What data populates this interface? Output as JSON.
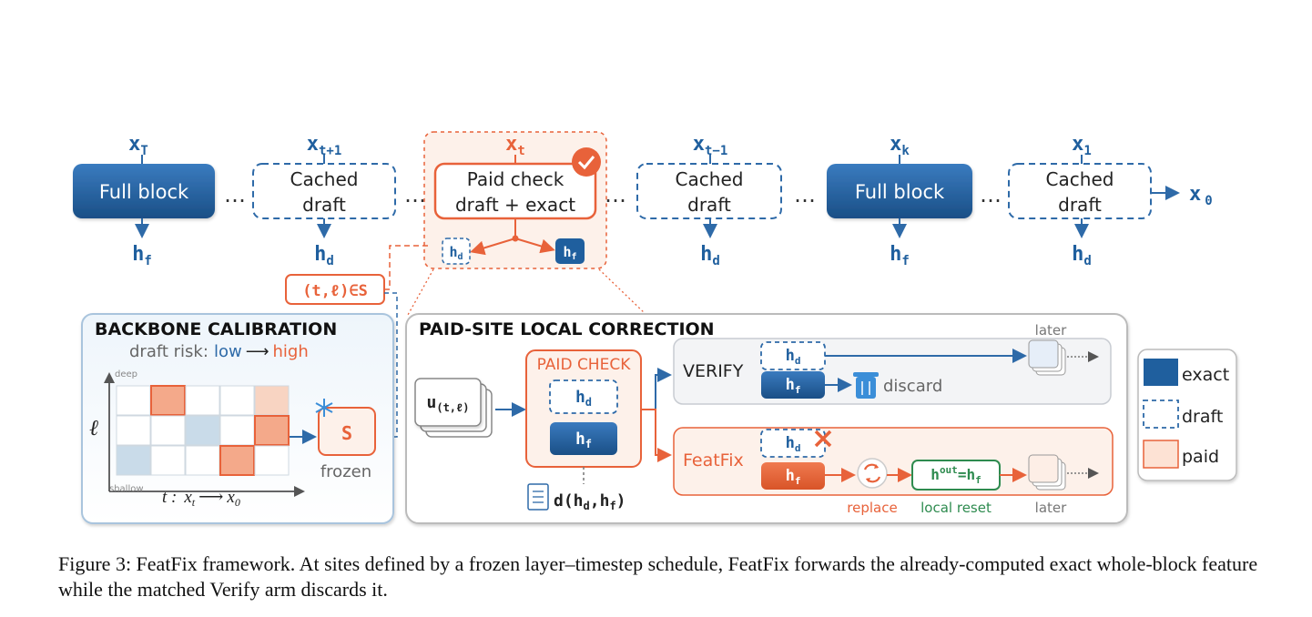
{
  "timeline": {
    "blocks": [
      {
        "label": "Full block",
        "input": "x",
        "input_sub": "T",
        "output": "h",
        "output_sub": "f",
        "kind": "exact"
      },
      {
        "label_line1": "Cached",
        "label_line2": "draft",
        "input": "x",
        "input_sub": "t+1",
        "output": "h",
        "output_sub": "d",
        "kind": "draft"
      },
      {
        "label_line1": "Paid check",
        "label_line2": "draft + exact",
        "input": "x",
        "input_sub": "t",
        "kind": "paid"
      },
      {
        "label_line1": "Cached",
        "label_line2": "draft",
        "input": "x",
        "input_sub": "t−1",
        "output": "h",
        "output_sub": "d",
        "kind": "draft"
      },
      {
        "label": "Full block",
        "input": "x",
        "input_sub": "k",
        "output": "h",
        "output_sub": "f",
        "kind": "exact"
      },
      {
        "label_line1": "Cached",
        "label_line2": "draft",
        "input": "x",
        "input_sub": "1",
        "output": "h",
        "output_sub": "d",
        "kind": "draft"
      }
    ],
    "ellipsis": "…",
    "final_output": "x",
    "final_output_sub": "0",
    "paid_outputs": {
      "draft": "h",
      "draft_sub": "d",
      "exact": "h",
      "exact_sub": "f"
    },
    "check_icon": "check-icon"
  },
  "schedule_tag": "(t,ℓ)∈S",
  "calibration": {
    "title": "BACKBONE CALIBRATION",
    "risk_prefix": "draft risk:",
    "risk_low": "low",
    "risk_arrow": "⟶",
    "risk_high": "high",
    "y_top": "deep",
    "y_bottom": "shallow",
    "y_axis": "ℓ",
    "x_axis_t": "t :",
    "x_axis_from": "x",
    "x_axis_from_sub": "t",
    "x_axis_arrow": "⟶",
    "x_axis_to": "x",
    "x_axis_to_sub": "0",
    "schedule_symbol": "S",
    "frozen_label": "frozen",
    "grid": [
      [
        "none",
        "high",
        "none",
        "none",
        "lowhigh"
      ],
      [
        "none",
        "none",
        "low",
        "none",
        "high"
      ],
      [
        "low",
        "none",
        "none",
        "high",
        "none"
      ]
    ]
  },
  "correction": {
    "title": "PAID-SITE LOCAL CORRECTION",
    "input_u": "u",
    "input_sub": "(t,ℓ)",
    "paid_check_title": "PAID CHECK",
    "paid_hd": "h",
    "paid_hd_sub": "d",
    "paid_hf": "h",
    "paid_hf_sub": "f",
    "distance": "d(h",
    "distance_sub1": "d",
    "distance_mid": ",h",
    "distance_sub2": "f",
    "distance_end": ")",
    "verify_label": "VERIFY",
    "verify_hd": "h",
    "verify_hd_sub": "d",
    "verify_hf": "h",
    "verify_hf_sub": "f",
    "discard_label": "discard",
    "later_top": "later",
    "featfix_label": "FeatFix",
    "featfix_hd": "h",
    "featfix_hd_sub": "d",
    "featfix_hf": "h",
    "featfix_hf_sub": "f",
    "reset_eq": "h",
    "reset_eq_sup": "out",
    "reset_eq_mid": "=h",
    "reset_eq_sub": "f",
    "replace_label": "replace",
    "local_reset_label": "local reset",
    "later_bottom": "later"
  },
  "legend": [
    {
      "label": "exact",
      "kind": "exact"
    },
    {
      "label": "draft",
      "kind": "draft"
    },
    {
      "label": "paid",
      "kind": "paid"
    }
  ],
  "caption": "Figure 3: FeatFix framework. At sites defined by a frozen layer–timestep schedule, FeatFix forwards the already-computed exact whole-block feature while the matched Verify arm discards it.",
  "colors": {
    "exact_blue": "#1f5f9e",
    "draft_blue": "#2e6aa8",
    "paid_orange": "#e8623a",
    "reset_green": "#2e8b4f",
    "panel_border": "#a9c4dd"
  }
}
